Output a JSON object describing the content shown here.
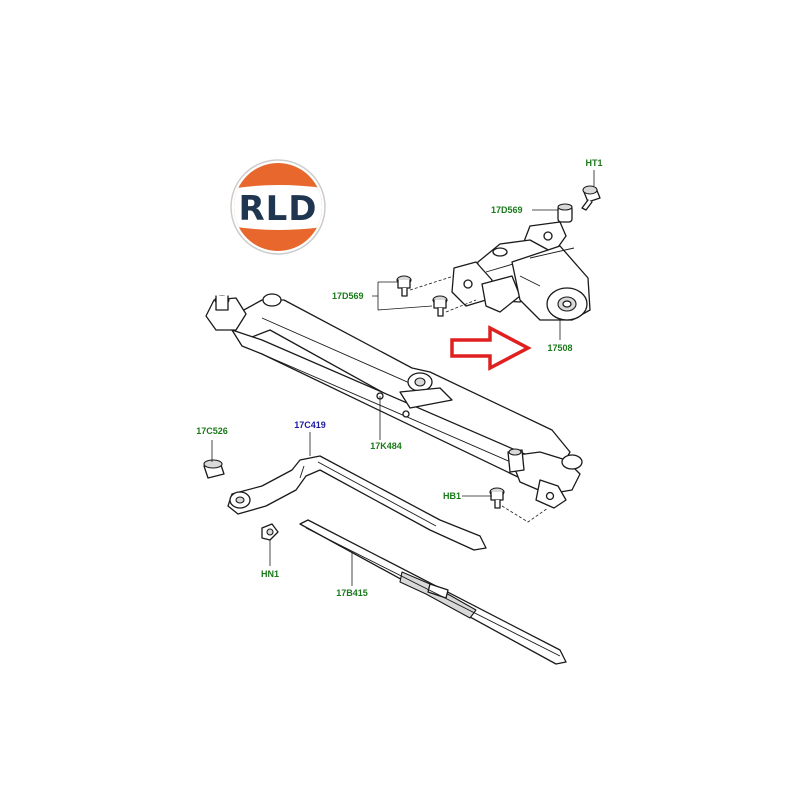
{
  "logo": {
    "text": "RLD"
  },
  "colors": {
    "callout_green": "#1a7a1a",
    "callout_blue": "#1a1aa0",
    "arrow_red": "#e02020",
    "logo_orange": "#e8672c",
    "logo_navy": "#1f3550"
  },
  "callouts": {
    "ht1": "HT1",
    "d569_top": "17D569",
    "d569_left": "17D569",
    "motor_17508": "17508",
    "k484": "17K484",
    "c526": "17C526",
    "c419": "17C419",
    "hb1": "HB1",
    "hn1": "HN1",
    "b415": "17B415"
  },
  "highlight_arrow": {
    "icon": "red-outline-right-arrow-icon"
  }
}
